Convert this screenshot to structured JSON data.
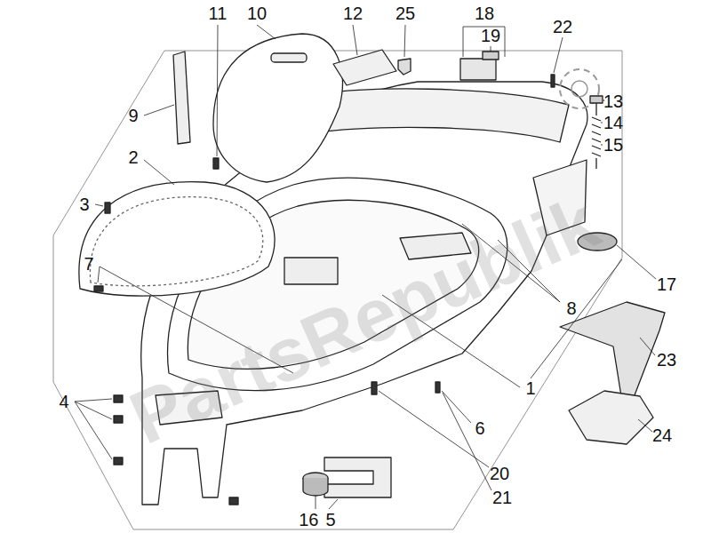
{
  "diagram": {
    "labels": [
      "11",
      "10",
      "12",
      "25",
      "18",
      "19",
      "22",
      "13",
      "14",
      "9",
      "15",
      "2",
      "3",
      "7",
      "17",
      "8",
      "23",
      "1",
      "4",
      "6",
      "24",
      "20",
      "21",
      "16",
      "5",
      "PartsRepublik"
    ]
  }
}
